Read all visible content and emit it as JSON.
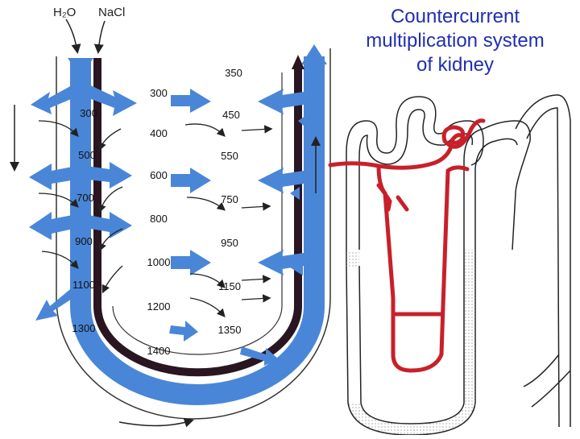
{
  "title_lines": [
    "Countercurrent",
    "multiplication system",
    "of kidney"
  ],
  "inputs": {
    "water": "H₂O",
    "salt": "NaCl"
  },
  "descending_values": [
    "300",
    "500",
    "700",
    "900",
    "1100",
    "1300"
  ],
  "middle_values": [
    "300",
    "400",
    "600",
    "800",
    "1000",
    "1200",
    "1400"
  ],
  "ascending_values": [
    "350",
    "450",
    "550",
    "750",
    "950",
    "1150",
    "1350"
  ],
  "colors": {
    "fluid": "#4a86d8",
    "salt_tube": "#2a1620",
    "title": "#1f2fb0",
    "capillary": "#c8202a",
    "outline": "#222222"
  }
}
